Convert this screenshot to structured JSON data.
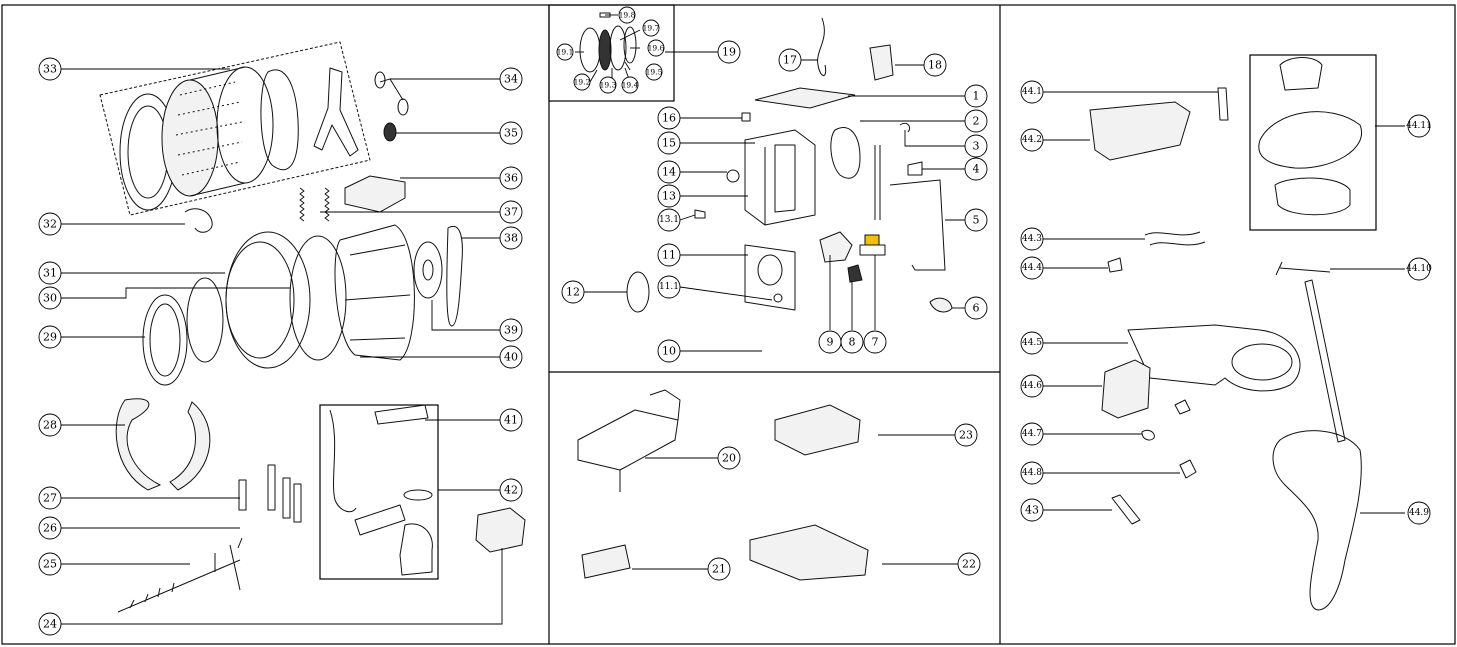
{
  "callouts": {
    "c1": "1",
    "c2": "2",
    "c3": "3",
    "c4": "4",
    "c5": "5",
    "c6": "6",
    "c7": "7",
    "c8": "8",
    "c9": "9",
    "c10": "10",
    "c11": "11",
    "c11_1": "11.1",
    "c12": "12",
    "c13": "13",
    "c13_1": "13.1",
    "c14": "14",
    "c15": "15",
    "c16": "16",
    "c17": "17",
    "c18": "18",
    "c19": "19",
    "c19_1": "19.1",
    "c19_2": "19.2",
    "c19_3": "19.3",
    "c19_4": "19.4",
    "c19_5": "19.5",
    "c19_6": "19.6",
    "c19_7": "19.7",
    "c19_8": "19.8",
    "c20": "20",
    "c21": "21",
    "c22": "22",
    "c23": "23",
    "c24": "24",
    "c25": "25",
    "c26": "26",
    "c27": "27",
    "c28": "28",
    "c29": "29",
    "c30": "30",
    "c31": "31",
    "c32": "32",
    "c33": "33",
    "c34": "34",
    "c35": "35",
    "c36": "36",
    "c37": "37",
    "c38": "38",
    "c39": "39",
    "c40": "40",
    "c41": "41",
    "c42": "42",
    "c43": "43",
    "c44_1": "44.1",
    "c44_2": "44.2",
    "c44_3": "44.3",
    "c44_4": "44.4",
    "c44_5": "44.5",
    "c44_6": "44.6",
    "c44_7": "44.7",
    "c44_8": "44.8",
    "c44_9": "44.9",
    "c44_10": "44.10",
    "c44_11": "44.11"
  },
  "colors": {
    "line": "#000000",
    "background": "#ffffff",
    "highlight": "#f2c200"
  }
}
